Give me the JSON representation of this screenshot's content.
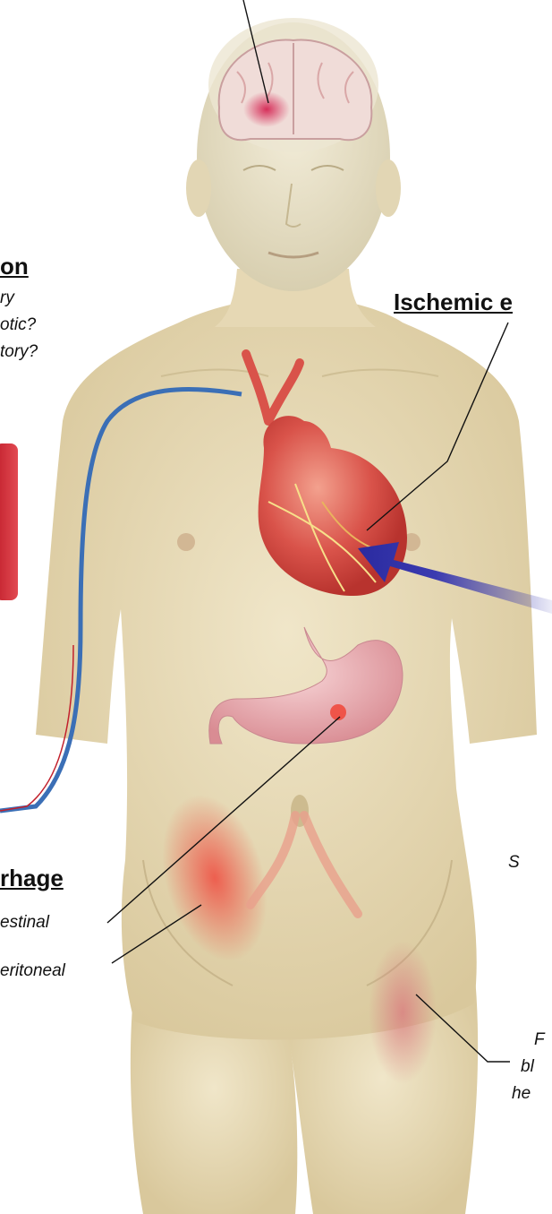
{
  "labels": {
    "left_heading_1": "on",
    "left_heading_1_lines": [
      "ry",
      "otic?",
      "tory?"
    ],
    "left_heading_2": "rhage",
    "left_items_2": [
      "estinal",
      "eritoneal"
    ],
    "right_heading": "Ischemic e",
    "right_fragment_1": "S",
    "right_fragment_2": [
      "F",
      "bl",
      "he"
    ]
  },
  "colors": {
    "skin": "#e9dcb8",
    "skin_shadow": "#d4c49a",
    "heart": "#d9534a",
    "stomach": "#e8a3aa",
    "bleed": "#ef4a3e",
    "catheter": "#3b6fb6",
    "arrow": "#3b3bb0",
    "leader": "#111111"
  }
}
